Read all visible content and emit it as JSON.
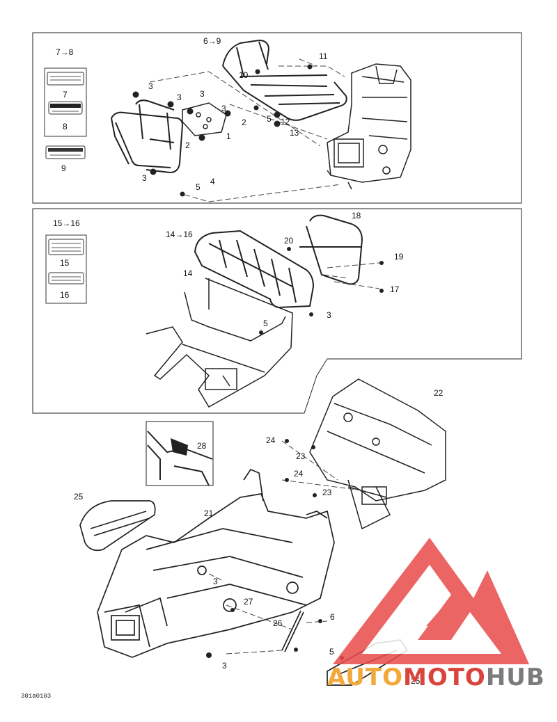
{
  "document": {
    "reference_code": "301a0103"
  },
  "panels": {
    "front_rack": {
      "range_label": "7→8",
      "range_label_rack": "6→9",
      "decal_label": "9"
    },
    "rear_rack": {
      "range_label": "15→16",
      "range_label_rack": "14→16"
    },
    "frame_detail": {
      "inset_label": "28"
    }
  },
  "callouts": {
    "front": [
      "3",
      "3",
      "3",
      "3",
      "1",
      "2",
      "2",
      "4",
      "5",
      "3",
      "5",
      "10",
      "11",
      "12",
      "13",
      "7",
      "8",
      "9"
    ],
    "rear": [
      "18",
      "20",
      "19",
      "14",
      "17",
      "3",
      "5",
      "15",
      "16"
    ],
    "frame": [
      "22",
      "24",
      "23",
      "24",
      "23",
      "25",
      "21",
      "3",
      "27",
      "26",
      "6",
      "5",
      "3",
      "25"
    ]
  },
  "watermark": {
    "word_part1": "AUTO",
    "word_part2": "MOTO",
    "word_part3": "HUB",
    "colors": {
      "auto": "#f2a93b",
      "moto": "#d8453d",
      "hub": "#7b7b7b",
      "logo": "#e94b4b"
    }
  }
}
